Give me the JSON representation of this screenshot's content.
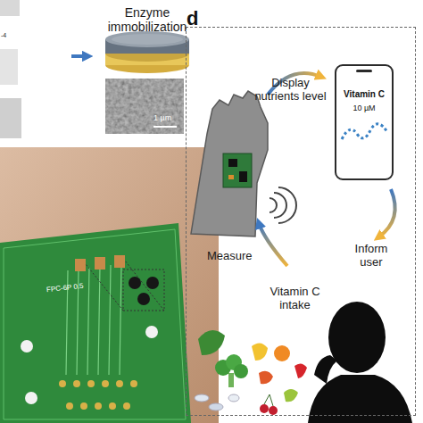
{
  "diagram": {
    "nodes": [
      {
        "text": [
          "d"
        ]
      },
      {
        "text": [
          "Vitamin C",
          "10 µM"
        ],
        "in": 0
      }
    ],
    "labels": [
      "Enzyme immobilization",
      "1 µm",
      "-4",
      "FPC-6P 0.5",
      "Display nutrients level",
      "Inform user",
      "Measure",
      "Vitamin C intake"
    ]
  }
}
